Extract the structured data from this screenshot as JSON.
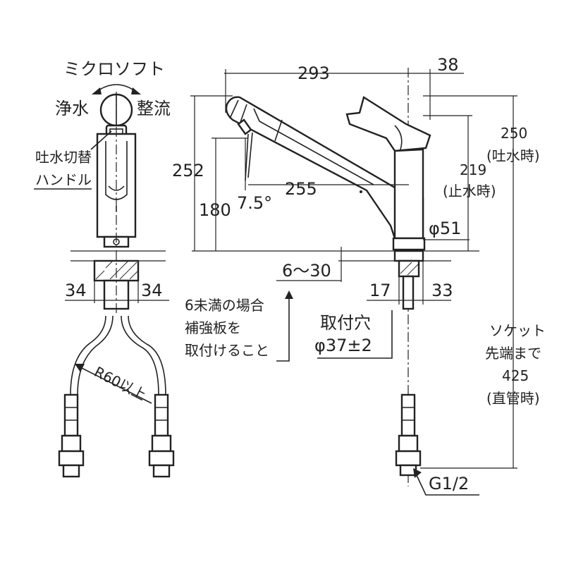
{
  "labels": {
    "micro_soft": "ミクロソフト",
    "purified": "浄水",
    "straight": "整流",
    "switch_handle_1": "吐水切替",
    "switch_handle_2": "ハンドル",
    "r60": "R60以上",
    "reinforce_1": "6未満の場合",
    "reinforce_2": "補強板を",
    "reinforce_3": "取付けること",
    "mount_hole_1": "取付穴",
    "mount_hole_2": "φ37±2",
    "socket_1": "ソケット",
    "socket_2": "先端まで",
    "socket_3": "425",
    "socket_4": "(直管時)",
    "spout_1": "250",
    "spout_2": "(吐水時)",
    "stop_1": "219",
    "stop_2": "(止水時)",
    "thread": "G1/2"
  },
  "dimensions": {
    "d293": "293",
    "d38": "38",
    "d252": "252",
    "d180": "180",
    "d255": "255",
    "angle": "7.5°",
    "d51": "φ51",
    "d6_30": "6～30",
    "d34_left": "34",
    "d34_right": "34",
    "d17": "17",
    "d33": "33"
  }
}
